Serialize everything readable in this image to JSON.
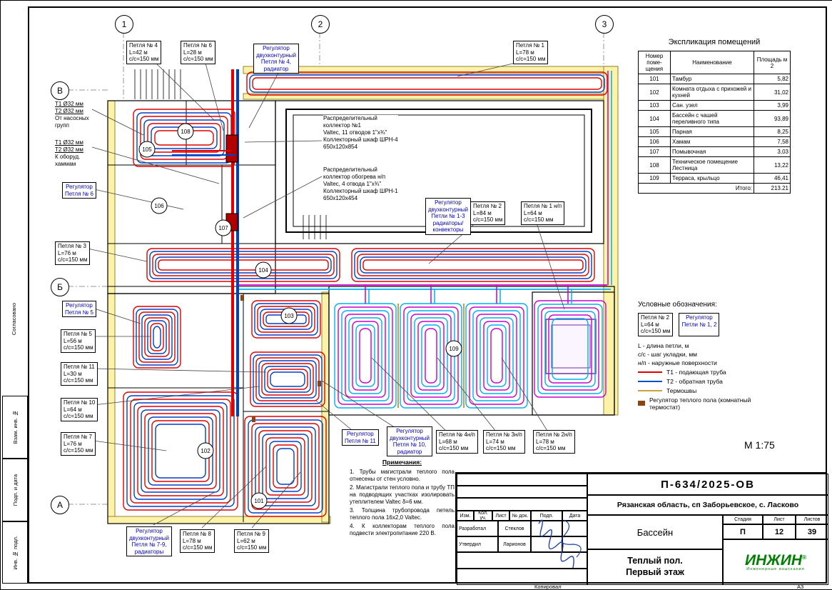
{
  "sheet": {
    "scale": "М 1:75",
    "format": "А3",
    "kopiroval": "Копировал"
  },
  "axes": {
    "cols": [
      "1",
      "2",
      "3"
    ],
    "rows": [
      "В",
      "Б",
      "А"
    ]
  },
  "side_stamps": {
    "soglasovano": "Согласовано",
    "vzam": "Взам. инв. №",
    "podp": "Подп. и дата",
    "inv": "Инв. № подл."
  },
  "room_numbers": [
    "108",
    "105",
    "106",
    "107",
    "104",
    "103",
    "102",
    "101",
    "109"
  ],
  "loop_labels": [
    {
      "lines": [
        "Петля № 4",
        "L=42 м",
        "с/с=150 мм"
      ]
    },
    {
      "lines": [
        "Петля № 6",
        "L=28 м",
        "с/с=150 мм"
      ]
    },
    {
      "lines": [
        "Петля № 1",
        "L=78 м",
        "с/с=150 мм"
      ]
    },
    {
      "lines": [
        "Петля № 3",
        "L=76 м",
        "с/с=150 мм"
      ]
    },
    {
      "lines": [
        "Петля № 5",
        "L=56 м",
        "с/с=150 мм"
      ]
    },
    {
      "lines": [
        "Петля № 11",
        "L=30 м",
        "с/с=150 мм"
      ]
    },
    {
      "lines": [
        "Петля № 10",
        "L=64 м",
        "с/с=150 мм"
      ]
    },
    {
      "lines": [
        "Петля № 7",
        "L=76 м",
        "с/с=150 мм"
      ]
    },
    {
      "lines": [
        "Петля № 2",
        "L=84 м",
        "с/с=150 мм"
      ]
    },
    {
      "lines": [
        "Петля № 1 н/п",
        "L=64 м",
        "с/с=150 мм"
      ]
    },
    {
      "lines": [
        "Петля № 4н/п",
        "L=68 м",
        "с/с=150 мм"
      ]
    },
    {
      "lines": [
        "Петля № 3н/п",
        "L=74 м",
        "с/с=150 мм"
      ]
    },
    {
      "lines": [
        "Петля № 2н/п",
        "L=78 м",
        "с/с=150 мм"
      ]
    },
    {
      "lines": [
        "Петля № 8",
        "L=78 м",
        "с/с=150 мм"
      ]
    },
    {
      "lines": [
        "Петля № 9",
        "L=62 м",
        "с/с=150 мм"
      ]
    }
  ],
  "regulator_labels": [
    {
      "lines": [
        "Регулятор",
        "двухконтурный",
        "Петля № 4,",
        "радиатор"
      ]
    },
    {
      "lines": [
        "Регулятор",
        "Петля № 6"
      ]
    },
    {
      "lines": [
        "Регулятор",
        "Петля № 5"
      ]
    },
    {
      "lines": [
        "Регулятор",
        "двухконтурный",
        "Петли № 1-3",
        "радиаторы/",
        "конвекторы"
      ]
    },
    {
      "lines": [
        "Регулятор",
        "Петля № 11"
      ]
    },
    {
      "lines": [
        "Регулятор",
        "двухконтурный",
        "Петля № 10,",
        "радиатор"
      ]
    },
    {
      "lines": [
        "Регулятор",
        "двухконтурный",
        "Петля № 7-9,",
        "радиаторы"
      ]
    }
  ],
  "inlet_labels": [
    {
      "lines": [
        "Т1 Ø32 мм",
        "Т2 Ø32 мм",
        "От насосных",
        "групп"
      ],
      "underline": 2
    },
    {
      "lines": [
        "Т1 Ø32 мм",
        "Т2 Ø32 мм",
        "К оборуд.",
        "хаммам"
      ],
      "underline": 2
    }
  ],
  "collector_labels": [
    {
      "lines": [
        "Распределительный",
        "коллектор №1",
        "Valtec, 11 отводов 1\"х¾\"",
        "Коллекторный шкаф ШРН-4",
        "650х120х854"
      ]
    },
    {
      "lines": [
        "Распределительный",
        "коллектор обогрева н/п",
        "Valtec, 4 отвода 1\"х¾\"",
        "Коллекторный шкаф ШРН-1",
        "650х120х454"
      ]
    }
  ],
  "explication": {
    "title": "Экспликация помещений",
    "headers": [
      "Номер поме-щения",
      "Наименование",
      "Площадь м 2"
    ],
    "rows": [
      [
        "101",
        "Тамбур",
        "5,82"
      ],
      [
        "102",
        "Комната отдыха с прихожей и кухней",
        "31,02"
      ],
      [
        "103",
        "Сан. узел",
        "3,99"
      ],
      [
        "104",
        "Бассейн с чашей переливного типа",
        "93,89"
      ],
      [
        "105",
        "Парная",
        "8,25"
      ],
      [
        "106",
        "Хамам",
        "7,58"
      ],
      [
        "107",
        "Помывочная",
        "3,03"
      ],
      [
        "108",
        "Техническое помещение Лестница",
        "13,22"
      ],
      [
        "109",
        "Терраса, крыльцо",
        "46,41"
      ]
    ],
    "total_label": "Итого:",
    "total": "213.21"
  },
  "legend": {
    "title": "Условные обозначения:",
    "sample_loop": [
      "Петля № 2",
      "L=64 м",
      "с/с=150 мм"
    ],
    "sample_reg": [
      "Регулятор",
      "Петли № 1, 2"
    ],
    "defs": [
      "L - длина петли, м",
      "с/с - шаг укладки, мм",
      "н/п - наружные поверхности"
    ],
    "lines": [
      {
        "label": "Т1 - подающая труба",
        "color": "#e00000"
      },
      {
        "label": "Т2 - обратная труба",
        "color": "#0050d0"
      },
      {
        "label": "Термошвы",
        "color": "#c8a23c"
      }
    ],
    "regulator": {
      "label": "Регулятор теплого пола (комнатный термостат)",
      "color": "#8B4513"
    }
  },
  "notes": {
    "title": "Примечания:",
    "items": [
      "1.  Трубы магистрали теплого пола отнесены от стен условно.",
      "2.  Магистрали теплого пола и трубу ТП на подводящих участках изолировать утеплителем Valtec δ=6 мм.",
      "3.  Толщина трубопровода петель теплого пола 16х2,0 Valtec.",
      "4.  К коллекторам теплого пола подвести электропитание 220 В."
    ]
  },
  "titleblock": {
    "doc_number": "П-634/2025-ОВ",
    "location": "Рязанская область, сп Заборьевское, с. Ласково",
    "sig_headers": [
      "Изм.",
      "Кол. уч.",
      "Лист",
      "№ док.",
      "Подп.",
      "Дата"
    ],
    "sig_rows": [
      {
        "role": "Разработал",
        "name": "Стеклов"
      },
      {
        "role": "Утвердил",
        "name": "Ларионов"
      }
    ],
    "object": "Бассейн",
    "stage_label": "Стадия",
    "sheet_label": "Лист",
    "sheets_label": "Листов",
    "stage": "П",
    "sheet": "12",
    "sheets": "39",
    "drawing_title_1": "Теплый пол.",
    "drawing_title_2": "Первый этаж",
    "logo": "ИНЖИН",
    "logo_sub": "Инженерные изыскания"
  }
}
